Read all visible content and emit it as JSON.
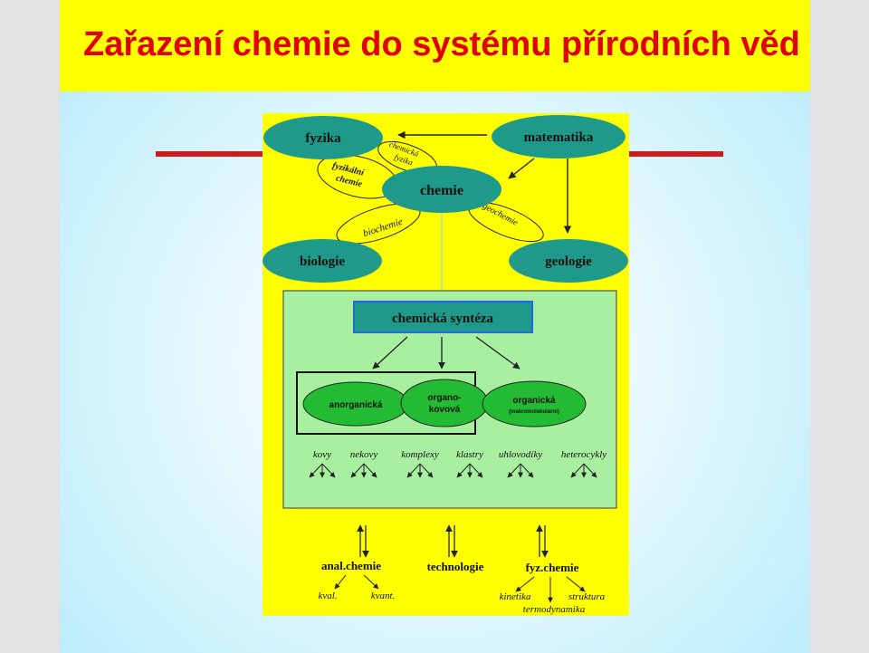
{
  "title": "Zařazení chemie do systému přírodních věd",
  "colors": {
    "title_text": "#e00000",
    "title_bar": "#ffff00",
    "diagram_background": "#ffff00",
    "node_fill": "#1f9a8a",
    "green_box": "#a8f0a0",
    "green_node": "#22bb33",
    "accent_line": "#cc1b1b"
  },
  "diagram": {
    "nodes": {
      "fyzika": "fyzika",
      "matematika": "matematika",
      "chemie": "chemie",
      "biologie": "biologie",
      "geologie": "geologie"
    },
    "links": {
      "chemicka_fyzika_1": "chemická",
      "chemicka_fyzika_2": "fyzika",
      "fyzikalni_chemie_1": "fyzikální",
      "fyzikalni_chemie_2": "chemie",
      "biochemie": "biochemie",
      "geochemie": "geochemie"
    },
    "synteza": {
      "label": "chemická syntéza",
      "anorganicka": "anorganická",
      "organokovova_1": "organo-",
      "organokovova_2": "kovová",
      "organicka": "organická",
      "organicka_sub": "(makromolekulární)",
      "subcategories": [
        "kovy",
        "nekovy",
        "komplexy",
        "klastry",
        "uhlovodíky",
        "heterocykly"
      ]
    },
    "bottom": {
      "anal_chemie": "anal.chemie",
      "kval": "kval.",
      "kvant": "kvant.",
      "technologie": "technologie",
      "fyz_chemie": "fyz.chemie",
      "kinetika": "kinetika",
      "struktura": "struktura",
      "termodynamika": "termodynamika"
    }
  }
}
